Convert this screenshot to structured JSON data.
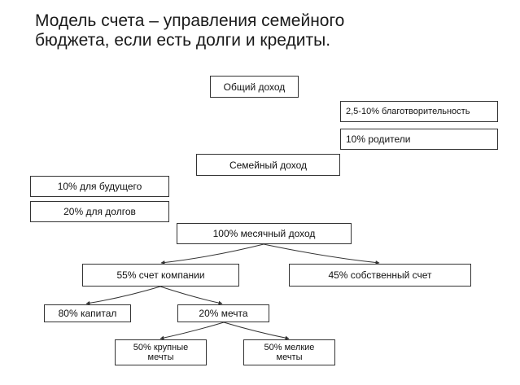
{
  "title": {
    "line1": "Модель счета – управления семейного",
    "line2": "бюджета, если есть долги и кредиты."
  },
  "nodes": {
    "total_income": "Общий доход",
    "charity": "2,5-10% благотворительность",
    "parents": "10% родители",
    "family_income": "Семейный доход",
    "future": "10% для будущего",
    "debts": "20% для долгов",
    "monthly_income": "100% месячный доход",
    "company_account": "55% счет компании",
    "own_account": "45% собственный счет",
    "capital": "80% капитал",
    "dream": "20% мечта",
    "big_dreams": {
      "line1": "50% крупные",
      "line2": "мечты"
    },
    "small_dreams": {
      "line1": "50% мелкие",
      "line2": "мечты"
    }
  }
}
